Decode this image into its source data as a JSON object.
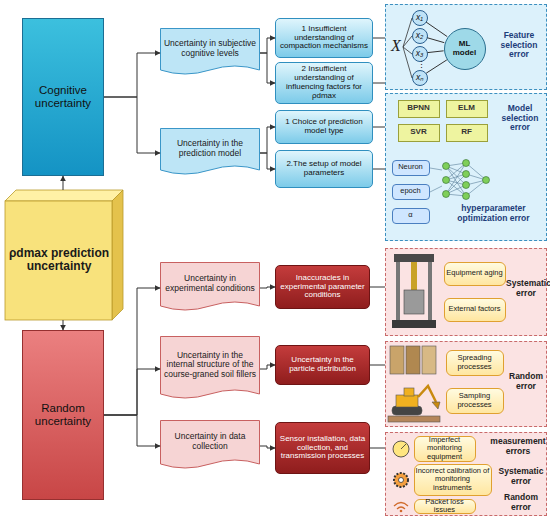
{
  "diagram": {
    "nodes": [
      {
        "text": [
          "ρdmax prediction uncertainty"
        ]
      },
      {
        "text": [
          "Cognitive uncertainty"
        ]
      },
      {
        "text": [
          "Random uncertainty"
        ]
      },
      {
        "text": [
          "Uncertainty in subjective cognitive levels"
        ]
      },
      {
        "text": [
          "Uncertainty in the prediction model"
        ]
      },
      {
        "text": [
          "Uncertainty in experimental conditions"
        ]
      },
      {
        "text": [
          "Uncertainty in the internal structure of the course-graned soil fillers"
        ]
      },
      {
        "text": [
          "Uncertainty in data collection"
        ]
      },
      {
        "text": [
          "1 Insufficient understanding of compaction mechanisms"
        ]
      },
      {
        "text": [
          "2 Insufficient understanding of influencing factors for ρdmax"
        ]
      },
      {
        "text": [
          "1 Choice of prediction model type"
        ]
      },
      {
        "text": [
          "2.The setup of model parameters"
        ]
      },
      {
        "text": [
          "Inaccuracies in experimental parameter conditions"
        ]
      },
      {
        "text": [
          "Uncertainty in the particle distribution"
        ]
      },
      {
        "text": [
          "Sensor installation, data collection, and transmission processes"
        ]
      },
      {
        "text": [
          "Feature selection error"
        ]
      },
      {
        "text": [
          "x₁"
        ],
        "in": 15
      },
      {
        "text": [
          "x₂"
        ],
        "in": 15
      },
      {
        "text": [
          "x₃"
        ],
        "in": 15
      },
      {
        "text": [
          "xₙ"
        ],
        "in": 15
      },
      {
        "text": [
          "ML model"
        ],
        "in": 15
      },
      {
        "text": [
          "Model selection error",
          "hyperparameter optimization error"
        ]
      },
      {
        "text": [
          "BPNN"
        ],
        "in": 21
      },
      {
        "text": [
          "ELM"
        ],
        "in": 21
      },
      {
        "text": [
          "SVR"
        ],
        "in": 21
      },
      {
        "text": [
          "RF"
        ],
        "in": 21
      },
      {
        "text": [
          "Neuron"
        ],
        "in": 21
      },
      {
        "text": [
          "epoch"
        ],
        "in": 21
      },
      {
        "text": [
          "α"
        ],
        "in": 21
      },
      {
        "text": [
          "Systematic error"
        ]
      },
      {
        "text": [
          "Equipment aging"
        ],
        "in": 29
      },
      {
        "text": [
          "External factors"
        ],
        "in": 29
      },
      {
        "text": [
          "Random error"
        ]
      },
      {
        "text": [
          "Spreading processes"
        ],
        "in": 32
      },
      {
        "text": [
          "Sampling processes"
        ],
        "in": 32
      },
      {
        "text": [
          "measurement errors",
          "Systematic error",
          "Random error"
        ]
      },
      {
        "text": [
          "Imperfect monitoring equipment"
        ],
        "in": 35
      },
      {
        "text": [
          "Incorrect calibration of monitoring instruments"
        ],
        "in": 35
      },
      {
        "text": [
          "Packet loss issues"
        ],
        "in": 35
      }
    ],
    "edges": [
      {
        "from": 0,
        "to": 1,
        "arrow": "to"
      },
      {
        "from": 0,
        "to": 2,
        "arrow": "to"
      },
      {
        "from": 1,
        "to": 3,
        "arrow": "to"
      },
      {
        "from": 1,
        "to": 4,
        "arrow": "to"
      },
      {
        "from": 2,
        "to": 5,
        "arrow": "to"
      },
      {
        "from": 2,
        "to": 6,
        "arrow": "to"
      },
      {
        "from": 2,
        "to": 7,
        "arrow": "to"
      },
      {
        "from": 3,
        "to": 8,
        "arrow": "to"
      },
      {
        "from": 3,
        "to": 9,
        "arrow": "to"
      },
      {
        "from": 4,
        "to": 10,
        "arrow": "to"
      },
      {
        "from": 4,
        "to": 11,
        "arrow": "to"
      },
      {
        "from": 5,
        "to": 12,
        "arrow": "to"
      },
      {
        "from": 6,
        "to": 13,
        "arrow": "to"
      },
      {
        "from": 7,
        "to": 14,
        "arrow": "to"
      },
      {
        "from": 8,
        "to": 15,
        "arrow": "none"
      },
      {
        "from": 9,
        "to": 15,
        "arrow": "none"
      },
      {
        "from": 10,
        "to": 21,
        "arrow": "none"
      },
      {
        "from": 11,
        "to": 21,
        "arrow": "none"
      },
      {
        "from": 12,
        "to": 29,
        "arrow": "none"
      },
      {
        "from": 13,
        "to": 32,
        "arrow": "none"
      },
      {
        "from": 14,
        "to": 35,
        "arrow": "none"
      },
      {
        "from": 16,
        "to": 20,
        "arrow": "none"
      },
      {
        "from": 17,
        "to": 20,
        "arrow": "none"
      },
      {
        "from": 18,
        "to": 20,
        "arrow": "none"
      },
      {
        "from": 19,
        "to": 20,
        "arrow": "none"
      }
    ],
    "labels": [
      "X",
      "⋮"
    ]
  }
}
